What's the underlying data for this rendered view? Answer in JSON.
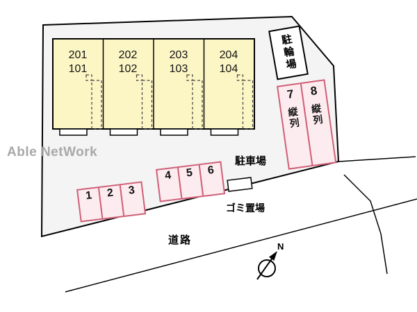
{
  "watermark": "Able NetWork",
  "building": {
    "units": [
      {
        "upper": "201",
        "lower": "101"
      },
      {
        "upper": "202",
        "lower": "102"
      },
      {
        "upper": "203",
        "lower": "103"
      },
      {
        "upper": "204",
        "lower": "104"
      }
    ]
  },
  "labels": {
    "bicycle_parking": "駐輪場",
    "parking_lot": "駐車場",
    "garbage": "ゴミ置場",
    "road": "道路",
    "north": "N"
  },
  "parking": {
    "stalls_row_a": [
      "1",
      "2",
      "3"
    ],
    "stalls_row_b": [
      "4",
      "5",
      "6"
    ],
    "tandem_stalls": [
      {
        "number": "7",
        "type": "縦列"
      },
      {
        "number": "8",
        "type": "縦列"
      }
    ]
  },
  "colors": {
    "building_fill": "#fcf6c5",
    "building_stroke": "#000000",
    "parking_fill": "#fdecef",
    "parking_stroke": "#cf5f77",
    "ground_fill": "#f4f4f4",
    "outline": "#000000",
    "watermark_color": "#a8a8a8"
  }
}
